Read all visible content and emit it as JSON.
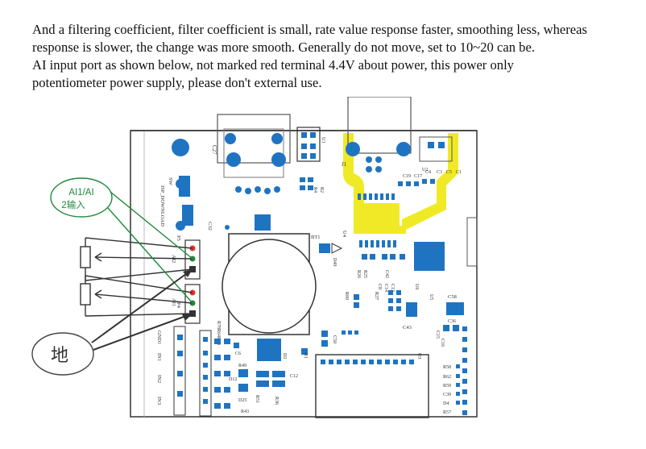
{
  "text": {
    "line1": "And a filtering coefficient, filter coefficient is small, rate value response faster, smoothing less, whereas",
    "line2": "response is slower, the change was more smooth. Generally do not move, set to 10~20 can be.",
    "line3": "AI input port as shown below, not marked red terminal 4.4V about power, this power only",
    "line4": "potentiometer power supply, please don't external use."
  },
  "figure": {
    "callout_ai_line1": "AI1/AI",
    "callout_ai_line2": "2输入",
    "callout_ground": "地",
    "silkscreen": {
      "sw": "SW",
      "isp": "ISP_DOWNLOAD",
      "c27": "C27",
      "c32": "C32",
      "u1": "U1",
      "r4": "R4",
      "r2": "R2",
      "j1": "J1",
      "u2": "U2",
      "c1": "C1",
      "c3": "C3",
      "c4": "C4",
      "c5": "C5",
      "c19": "C19",
      "c17": "C17",
      "u4": "U4",
      "bt1": "BT1",
      "d49": "D49",
      "p5": "P5",
      "p4": "P4",
      "ai2": "AI2",
      "ai1": "AI1",
      "u5": "U5",
      "u6": "U6",
      "u3": "U3",
      "c43": "C43",
      "c58": "C58",
      "r89": "R89",
      "r27": "R27",
      "r25": "R25",
      "r26": "R26",
      "c42": "C42",
      "c13": "C13",
      "c14": "C14",
      "c8": "C8",
      "c50": "C50",
      "c6": "C6",
      "c36": "C36",
      "c15": "C15",
      "c16": "C16",
      "r1": "R1",
      "d2": "D2",
      "gnd1": "GND1",
      "in1": "IN1",
      "in2": "IN2",
      "in3": "IN3",
      "r58": "R58",
      "r62": "R62",
      "r59": "R59",
      "c39": "C39",
      "d4": "D4",
      "r57": "R57",
      "c12": "C12",
      "r36": "R36",
      "d12": "D12",
      "d25": "D25",
      "r43": "R43",
      "r49": "R49",
      "r51": "R51",
      "r78": "R78R64R44"
    },
    "colors": {
      "board": "#ffffff",
      "pad_blue": "#1f74c2",
      "trace_yellow": "#f0ea26",
      "callout_green": "#1f8a3a",
      "terminal_red": "#e0322c"
    }
  }
}
